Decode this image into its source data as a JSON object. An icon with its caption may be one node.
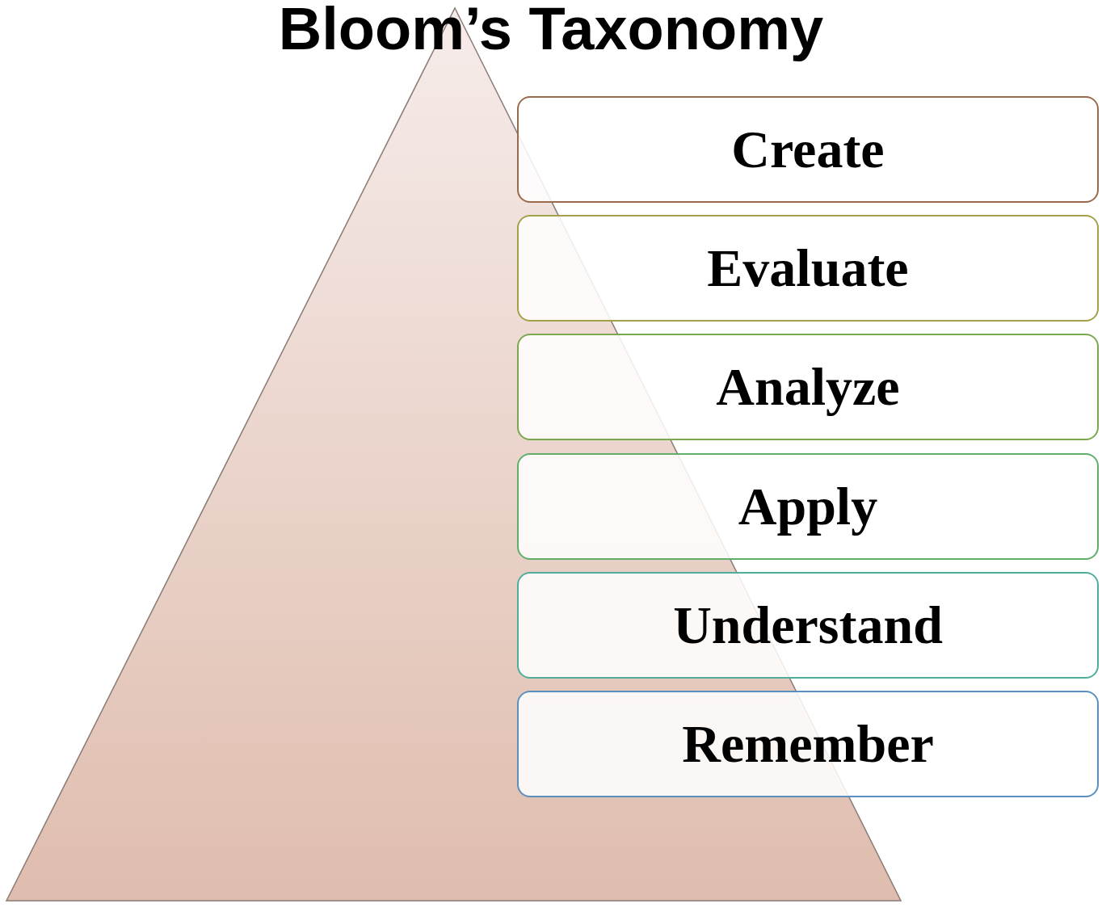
{
  "diagram": {
    "title": "Bloom’s Taxonomy",
    "nodes": [
      {
        "text": [
          "Create"
        ]
      },
      {
        "text": [
          "Evaluate"
        ]
      },
      {
        "text": [
          "Analyze"
        ]
      },
      {
        "text": [
          "Apply"
        ]
      },
      {
        "text": [
          "Understand"
        ]
      },
      {
        "text": [
          "Remember"
        ]
      }
    ],
    "edges": []
  }
}
